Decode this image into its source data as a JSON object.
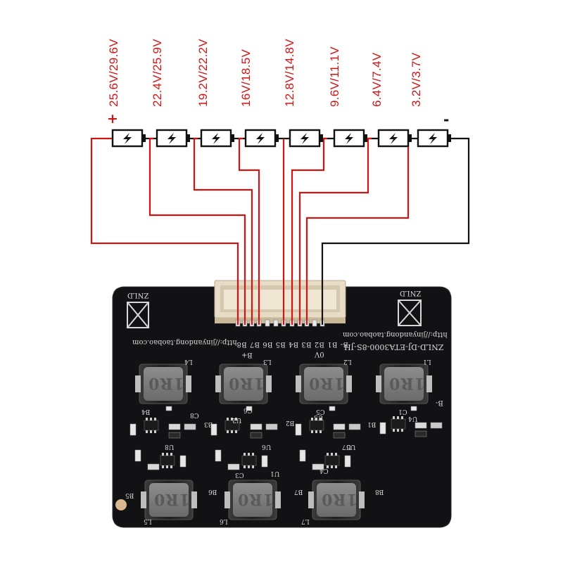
{
  "voltage_labels": [
    "25.6V/29.6V",
    "22.4V/25.9V",
    "19.2V/22.2V",
    "16V/18.5V",
    "12.8V/14.8V",
    "9.6V/11.1V",
    "6.4V/7.4V",
    "3.2V/3.7V"
  ],
  "polarity": {
    "plus": "+",
    "minus": "-"
  },
  "board": {
    "url": "http://jinyandong.taobao.com",
    "model": "ZNLD-DJ-ETA3000-8S-JH",
    "brand": "ZNLD",
    "pins": "B- B1 B2 B3 B4 B5 B6 B7 B8",
    "bplus": "B+",
    "zero_v": "0V",
    "bminus": "B-",
    "inductor_marking": "1R0",
    "inductor_refs": [
      "L4",
      "L3",
      "L2",
      "L1",
      "L5",
      "L6",
      "L7"
    ],
    "balance_refs": [
      "B4",
      "B3",
      "B2",
      "B1",
      "B5",
      "B6",
      "B7",
      "B8"
    ],
    "cap_refs": [
      "C8",
      "C6",
      "C5",
      "C1",
      "C3",
      "C4"
    ],
    "ic_refs": [
      "U8",
      "U6",
      "U5",
      "U4",
      "U1",
      "U7",
      "U2",
      "U3"
    ]
  },
  "colors": {
    "red_wire": "#d01515",
    "black_wire": "#111111",
    "pcb": "#121214",
    "connector": "#e8dcc6"
  }
}
